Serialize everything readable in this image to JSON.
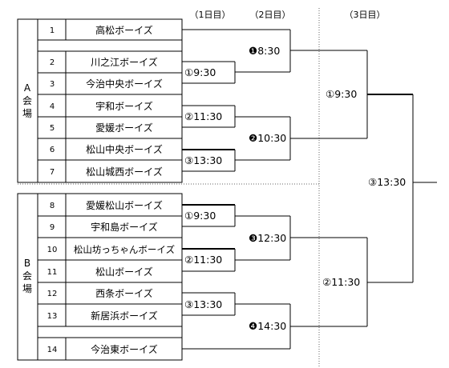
{
  "headers": {
    "day1": "（1日目）",
    "day2": "（2日目）",
    "day3": "（3日目）"
  },
  "venues": {
    "a": {
      "letter": "A",
      "chars": [
        "会",
        "場"
      ]
    },
    "b": {
      "letter": "B",
      "chars": [
        "会",
        "場"
      ]
    }
  },
  "teams": [
    {
      "num": "1",
      "name": "高松ボーイズ"
    },
    {
      "num": "2",
      "name": "川之江ボーイズ"
    },
    {
      "num": "3",
      "name": "今治中央ボーイズ"
    },
    {
      "num": "4",
      "name": "宇和ボーイズ"
    },
    {
      "num": "5",
      "name": "愛媛ボーイズ"
    },
    {
      "num": "6",
      "name": "松山中央ボーイズ"
    },
    {
      "num": "7",
      "name": "松山城西ボーイズ"
    },
    {
      "num": "8",
      "name": "愛媛松山ボーイズ"
    },
    {
      "num": "9",
      "name": "宇和島ボーイズ"
    },
    {
      "num": "10",
      "name": "松山坊っちゃんボーイズ"
    },
    {
      "num": "11",
      "name": "松山ボーイズ"
    },
    {
      "num": "12",
      "name": "西条ボーイズ"
    },
    {
      "num": "13",
      "name": "新居浜ボーイズ"
    },
    {
      "num": "14",
      "name": "今治東ボーイズ"
    }
  ],
  "matches": {
    "a_d1_1": "①9:30",
    "a_d1_2": "②11:30",
    "a_d1_3": "③13:30",
    "a_d2_1": "❶8:30",
    "a_d2_2": "❷10:30",
    "a_d3": "①9:30",
    "b_d1_1": "①9:30",
    "b_d1_2": "②11:30",
    "b_d1_3": "③13:30",
    "b_d2_1": "❸12:30",
    "b_d2_2": "❹14:30",
    "b_d3": "②11:30",
    "final": "③13:30"
  }
}
